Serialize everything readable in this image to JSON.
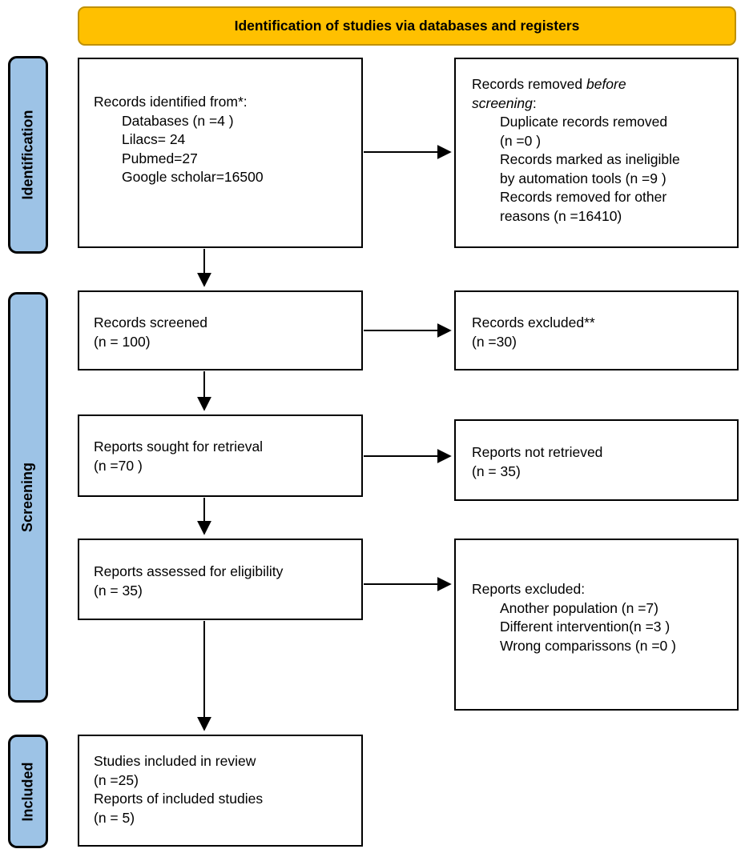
{
  "header": {
    "title": "Identification of studies via databases and registers"
  },
  "colors": {
    "banner_bg": "#FFC000",
    "banner_border": "#BF9000",
    "stage_bg": "#9DC3E6",
    "box_border": "#000000"
  },
  "stages": [
    {
      "label": "Identification"
    },
    {
      "label": "Screening"
    },
    {
      "label": "Included"
    }
  ],
  "boxes": {
    "identified": {
      "title": "Records identified from*:",
      "items": [
        "Databases (n =4 )",
        "Lilacs= 24",
        "Pubmed=27",
        "Google scholar=16500"
      ]
    },
    "removed": {
      "line1_normal": "Records removed ",
      "line1_italic": "before",
      "line2_italic": "screening",
      "line2_normal": ":",
      "items": [
        [
          "Duplicate records removed",
          "(n =0 )"
        ],
        [
          "Records marked as ineligible",
          "by automation tools (n =9 )"
        ],
        [
          "Records removed for other",
          "reasons (n =16410)"
        ]
      ]
    },
    "screened": {
      "lines": [
        "Records screened",
        "(n = 100)"
      ]
    },
    "excluded": {
      "lines": [
        "Records excluded**",
        "(n =30)"
      ]
    },
    "sought": {
      "lines": [
        "Reports sought for retrieval",
        "(n =70 )"
      ]
    },
    "not_retrieved": {
      "lines": [
        "Reports not retrieved",
        "(n = 35)"
      ]
    },
    "assessed": {
      "lines": [
        "Reports assessed for eligibility",
        "(n = 35)"
      ]
    },
    "reports_excluded": {
      "title": "Reports excluded:",
      "items": [
        "Another population (n =7)",
        "Different intervention(n =3 )",
        "Wrong comparissons (n =0 )"
      ]
    },
    "included": {
      "lines": [
        "Studies included in review",
        "(n =25)",
        "Reports of included studies",
        "(n = 5)"
      ]
    }
  }
}
